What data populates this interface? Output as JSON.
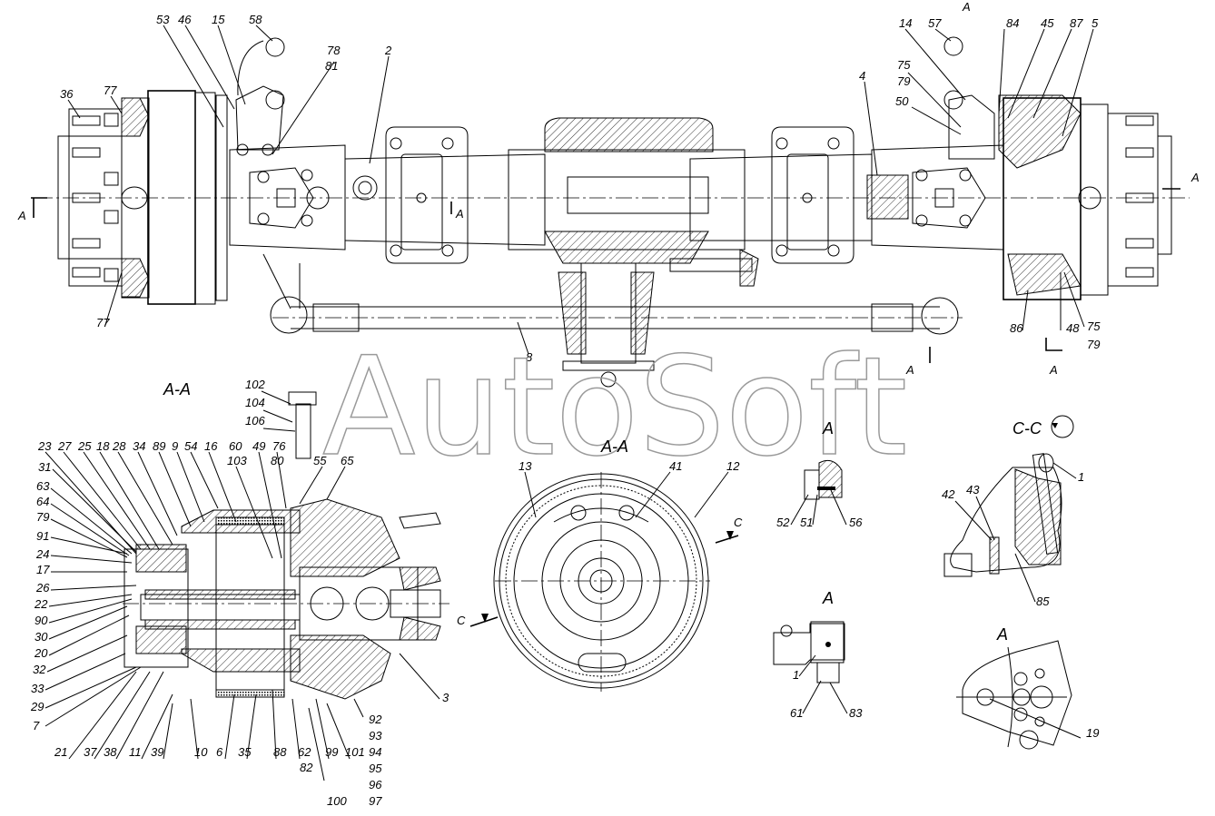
{
  "watermark": "AutoSoft",
  "views": {
    "main_plan": {
      "section_marks": [
        "A",
        "A",
        "A",
        "A",
        "A"
      ],
      "callouts": [
        "53",
        "46",
        "15",
        "58",
        "78",
        "81",
        "2",
        "36",
        "77",
        "77",
        "4",
        "14",
        "57",
        "75",
        "79",
        "50",
        "84",
        "45",
        "87",
        "5",
        "86",
        "48",
        "75",
        "79",
        "8"
      ]
    },
    "section_aa_left": {
      "title": "A-A",
      "callouts_top": [
        "102",
        "104",
        "106",
        "23",
        "27",
        "25",
        "18",
        "28",
        "34",
        "89",
        "9",
        "54",
        "16",
        "60",
        "103",
        "49",
        "76",
        "80",
        "55",
        "65"
      ],
      "callouts_left": [
        "31",
        "63",
        "64",
        "79",
        "91",
        "24",
        "17",
        "26",
        "22",
        "90",
        "30",
        "20",
        "32",
        "33",
        "29",
        "7"
      ],
      "callouts_bottom": [
        "21",
        "37",
        "38",
        "11",
        "39",
        "10",
        "6",
        "35",
        "88",
        "62",
        "82",
        "99",
        "101",
        "100",
        "92",
        "93",
        "94",
        "95",
        "96",
        "97"
      ],
      "callouts_right": [
        "3"
      ]
    },
    "section_aa_brake": {
      "title": "A-A",
      "callouts": [
        "13",
        "41",
        "12"
      ],
      "cut_marks": [
        "C",
        "C"
      ]
    },
    "view_a_seal": {
      "title": "A",
      "callouts": [
        "52",
        "51",
        "56"
      ]
    },
    "view_a_tie_rod": {
      "title": "A",
      "callouts": [
        "1",
        "61",
        "83"
      ]
    },
    "section_cc": {
      "title": "C-C",
      "rotation_symbol": "rotate-icon",
      "callouts": [
        "1",
        "42",
        "43",
        "85"
      ]
    },
    "view_a_bolts": {
      "title": "A",
      "callouts": [
        "19"
      ]
    }
  }
}
